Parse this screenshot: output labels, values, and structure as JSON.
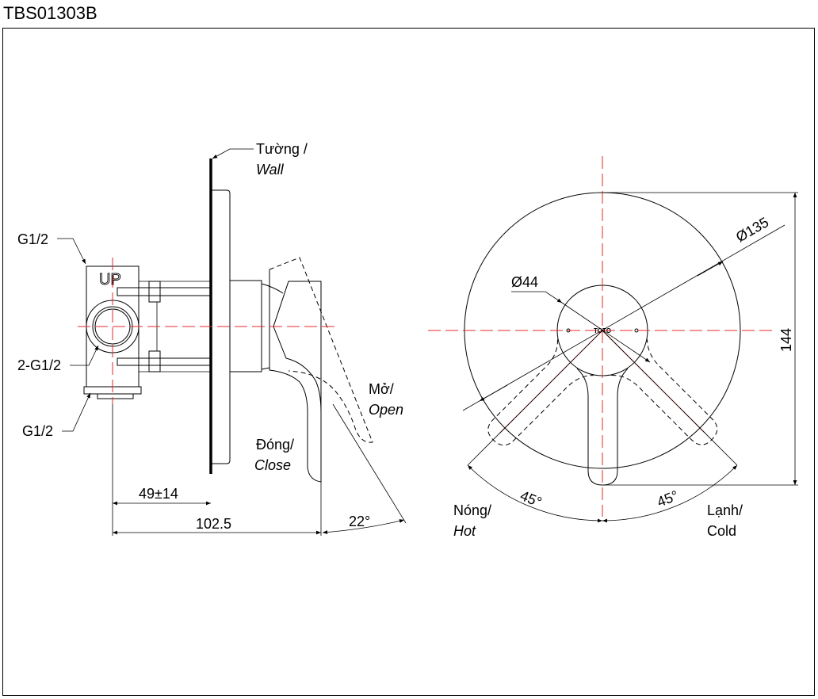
{
  "title": "TBS01303B",
  "colors": {
    "centerline": "#e0282c",
    "line": "#000000"
  },
  "side_view": {
    "wall_label": "Tường /",
    "wall_label_en": "Wall",
    "top_inlet": "G1/2",
    "side_inlets": "2-G1/2",
    "bottom_outlet": "G1/2",
    "body_marking": "UP",
    "open_label": "Mở/",
    "open_label_en": "Open",
    "close_label": "Đóng/",
    "close_label_en": "Close",
    "dim_wall_depth": "49±14",
    "dim_total_depth": "102.5",
    "dim_angle": "22°"
  },
  "front_view": {
    "dim_plate_diameter": "Ø135",
    "dim_hub_diameter": "Ø44",
    "dim_height": "144",
    "logo": "TOTO",
    "hot_angle": "45°",
    "cold_angle": "45°",
    "hot_label": "Nóng/",
    "hot_label_en": "Hot",
    "cold_label": "Lạnh/",
    "cold_label_en": "Cold"
  }
}
